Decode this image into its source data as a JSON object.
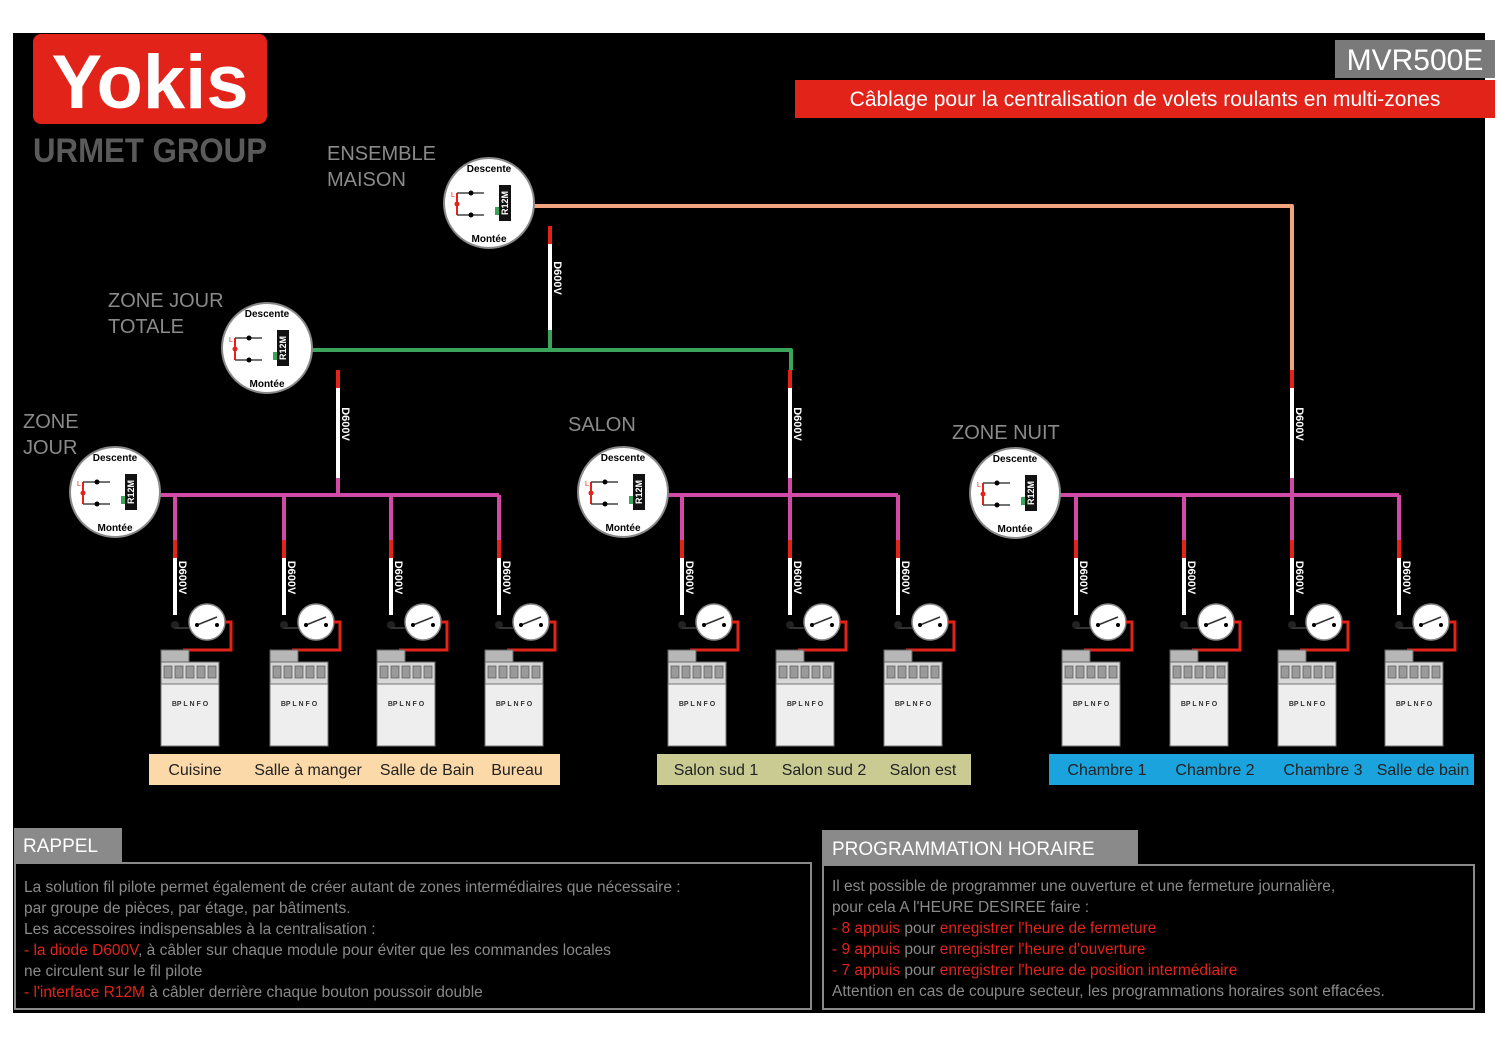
{
  "brand": {
    "logo_text": "Yokis",
    "group_text": "URMET GROUP",
    "logo_red": "#e2231a"
  },
  "header": {
    "model": "MVR500E",
    "subtitle": "Câblage pour la centralisation de volets roulants en multi-zones"
  },
  "colors": {
    "background": "#000000",
    "pink_bus": "#d04aa6",
    "green_bus": "#3aa45a",
    "salmon_bus": "#f2a47e",
    "diode_red": "#e2231a",
    "label_grey": "#8a8a8a",
    "jour_room_bg": "#fcd9a8",
    "salon_room_bg": "#c9cb93",
    "nuit_room_bg": "#1ba3dd"
  },
  "diode_label": "D600V",
  "controller": {
    "top_label": "Descente",
    "bottom_label": "Montée",
    "module_label": "R12M",
    "wire_label": "L"
  },
  "zones": {
    "maison": {
      "label_line1": "ENSEMBLE",
      "label_line2": "MAISON"
    },
    "jour_totale": {
      "label_line1": "ZONE JOUR",
      "label_line2": "TOTALE"
    },
    "jour": {
      "label_line1": "ZONE",
      "label_line2": "JOUR",
      "rooms": [
        "Cuisine",
        "Salle à manger",
        "Salle de Bain",
        "Bureau"
      ]
    },
    "salon": {
      "label_line1": "SALON",
      "rooms": [
        "Salon sud 1",
        "Salon sud 2",
        "Salon est"
      ]
    },
    "nuit": {
      "label_line1": "ZONE NUIT",
      "rooms": [
        "Chambre 1",
        "Chambre 2",
        "Chambre 3",
        "Salle de bain"
      ]
    }
  },
  "module_terminals": "BP L N F O",
  "rappel": {
    "title": "RAPPEL",
    "line1": "La solution fil pilote permet également de créer autant de zones intermédiaires que nécessaire :",
    "line2": "par groupe de pièces, par étage, par bâtiments.",
    "line3": "Les accessoires indispensables à la centralisation :",
    "item1_dash": "- ",
    "item1_red": "la diode D600V",
    "item1_rest": ", à câbler sur chaque module pour éviter que les commandes locales",
    "item1_cont": "ne circulent sur le fil pilote",
    "item2_dash": "- ",
    "item2_red": "l'interface R12M",
    "item2_rest": " à câbler derrière chaque bouton poussoir double"
  },
  "programmation": {
    "title": "PROGRAMMATION HORAIRE",
    "line1": "Il est possible de programmer une ouverture et une fermeture journalière,",
    "line2": "pour cela A l'HEURE DESIREE faire :",
    "items": [
      {
        "dash": "- ",
        "count": "8 appuis",
        "mid": " pour ",
        "action": "enregistrer l'heure de fermeture"
      },
      {
        "dash": "- ",
        "count": "9 appuis",
        "mid": " pour ",
        "action": "enregistrer l'heure d'ouverture"
      },
      {
        "dash": "- ",
        "count": "7 appuis",
        "mid": " pour ",
        "action": "enregistrer l'heure de position intermédiaire"
      }
    ],
    "footer": "Attention en cas de coupure secteur, les programmations horaires sont effacées."
  }
}
